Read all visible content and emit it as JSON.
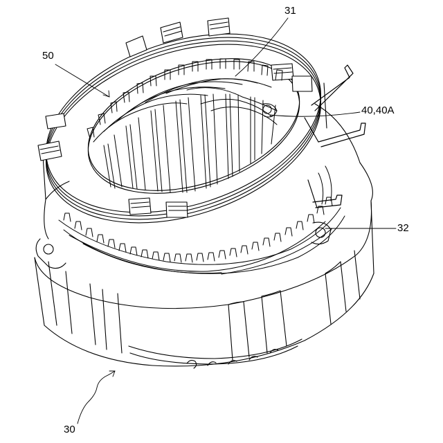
{
  "figure": {
    "labels": {
      "ref_31": "31",
      "ref_50": "50",
      "ref_40": "40,40A",
      "ref_32": "32",
      "ref_30": "30"
    },
    "colors": {
      "ink": "#000000",
      "paper": "#ffffff",
      "shade": "#555555"
    }
  }
}
